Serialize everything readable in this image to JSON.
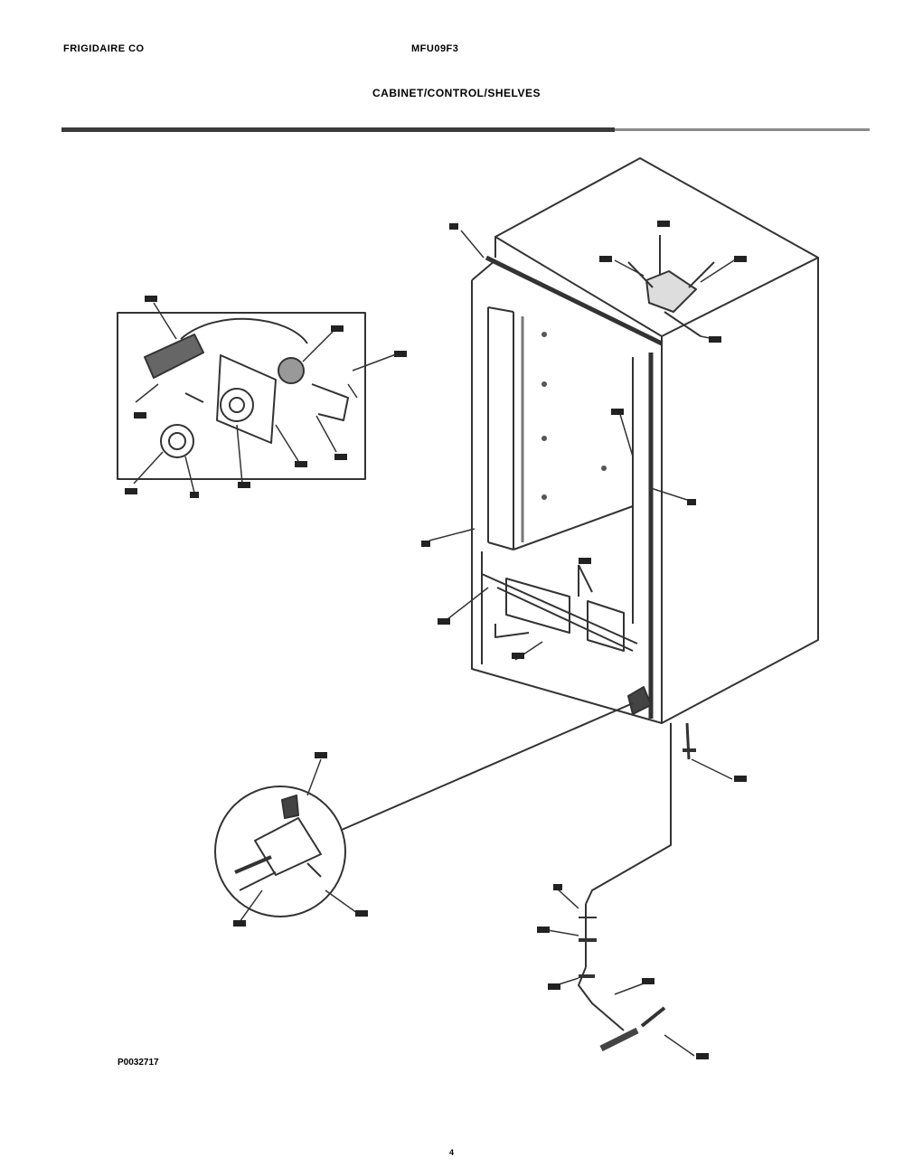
{
  "header": {
    "brand_line1": "FRIGIDAIRE CO",
    "brand_line2": "",
    "model": "MFU09F3",
    "section_title": "CABINET/CONTROL/SHELVES"
  },
  "figure": {
    "id": "P0032717"
  },
  "footer": {
    "date": "",
    "page_number": "4"
  }
}
